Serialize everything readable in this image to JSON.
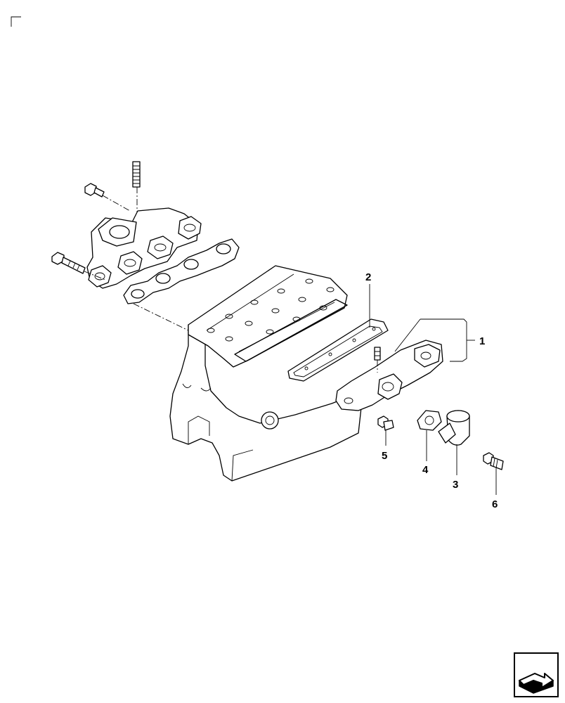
{
  "callouts": [
    {
      "id": "1",
      "label": "1"
    },
    {
      "id": "2",
      "label": "2"
    },
    {
      "id": "3",
      "label": "3"
    },
    {
      "id": "4",
      "label": "4"
    },
    {
      "id": "5",
      "label": "5"
    },
    {
      "id": "6",
      "label": "6"
    }
  ],
  "icons": {
    "corner": "corner-mark-icon",
    "navigation": "next-page-arrow-icon"
  }
}
